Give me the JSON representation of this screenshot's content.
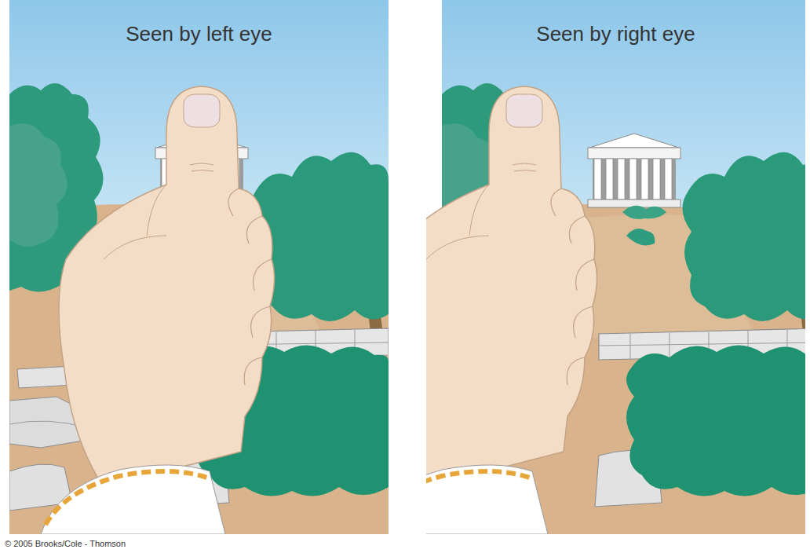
{
  "diagram": {
    "nodes": [
      {
        "text": [
          "Seen by left eye"
        ]
      },
      {
        "text": [
          "Seen by right eye"
        ]
      }
    ],
    "labels": [
      "© 2005 Brooks/Cole - Thomson"
    ]
  }
}
